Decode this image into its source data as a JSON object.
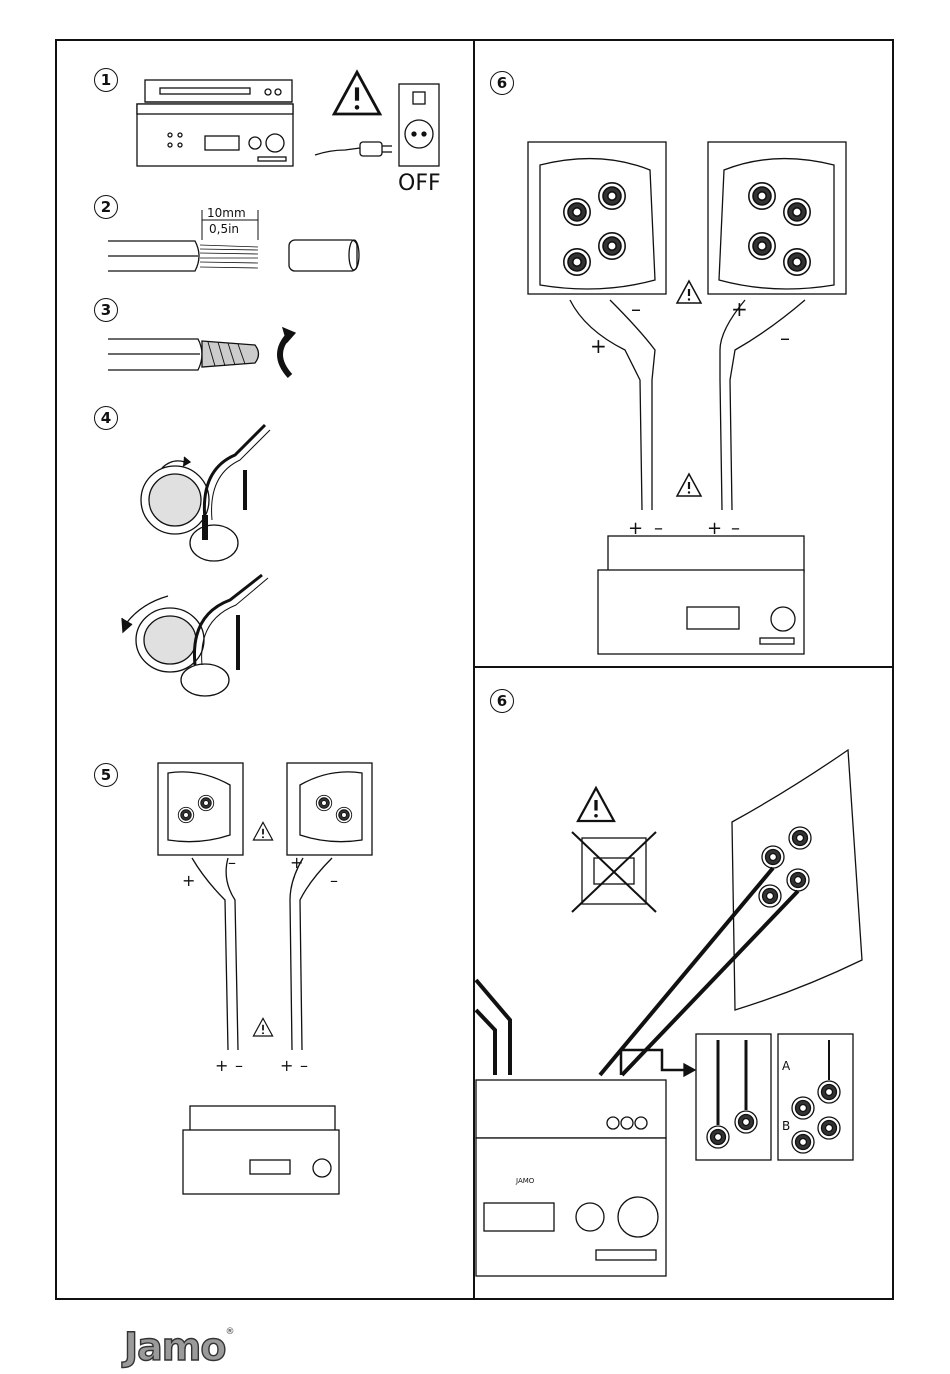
{
  "steps": {
    "s1": "1",
    "s2": "2",
    "s3": "3",
    "s4": "4",
    "s5": "5",
    "s6a": "6",
    "s6b": "6"
  },
  "labels": {
    "off": "OFF",
    "strip_mm": "10mm",
    "strip_in": "0,5in",
    "plus": "+",
    "minus": "–",
    "bi_a": "A",
    "bi_b": "B",
    "receiver_brand": "JAMO"
  },
  "icons": [
    "warning-icon",
    "power-plug-icon",
    "wall-socket-icon",
    "rotate-arrow-icon",
    "no-bracket-icon"
  ],
  "brand": {
    "name": "Jamo",
    "mark": "®",
    "color": "#9a9a9a"
  }
}
